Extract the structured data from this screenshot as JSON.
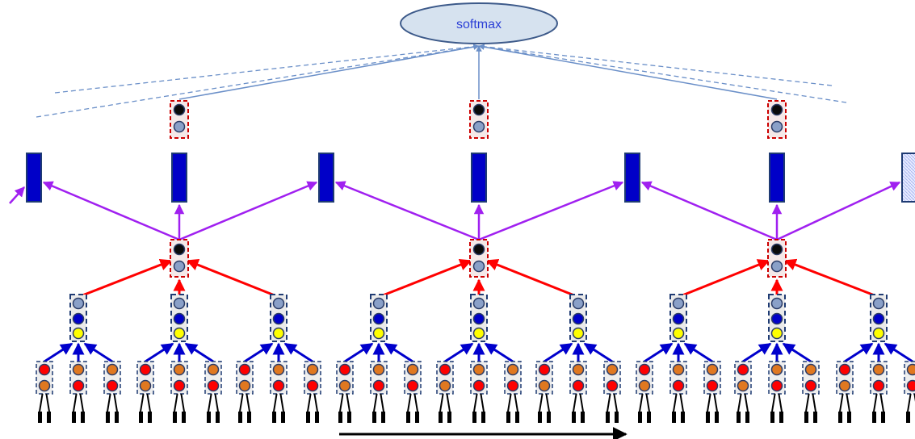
{
  "softmax": {
    "label": "softmax"
  },
  "colors": {
    "softmax_fill": "#d6e2ef",
    "softmax_stroke": "#3d5a8a",
    "top_connection": "#6a8fc8",
    "recurrent": "#a020f0",
    "level2": "#ff0000",
    "level1": "#0000cc",
    "base": "#000000",
    "hidden_block": "#0000c8",
    "hidden_block_light": "#c8d2ff",
    "node_dark": "#0a0a0a",
    "node_gray": "#8aa0c8",
    "node_yellow": "#ffff00",
    "node_red": "#ff0000",
    "node_orange": "#e07820",
    "frame_red_dashed": "#cc0000",
    "frame_blue_dashed": "#1f3b73",
    "time_arrow": "#000000"
  },
  "structure": {
    "hidden_blocks": 7,
    "last_hidden_block_style": "light-hatched",
    "top_modules": 3,
    "level2_per_module": 3,
    "level1_per_level2": 3,
    "time_arrow": "right"
  }
}
